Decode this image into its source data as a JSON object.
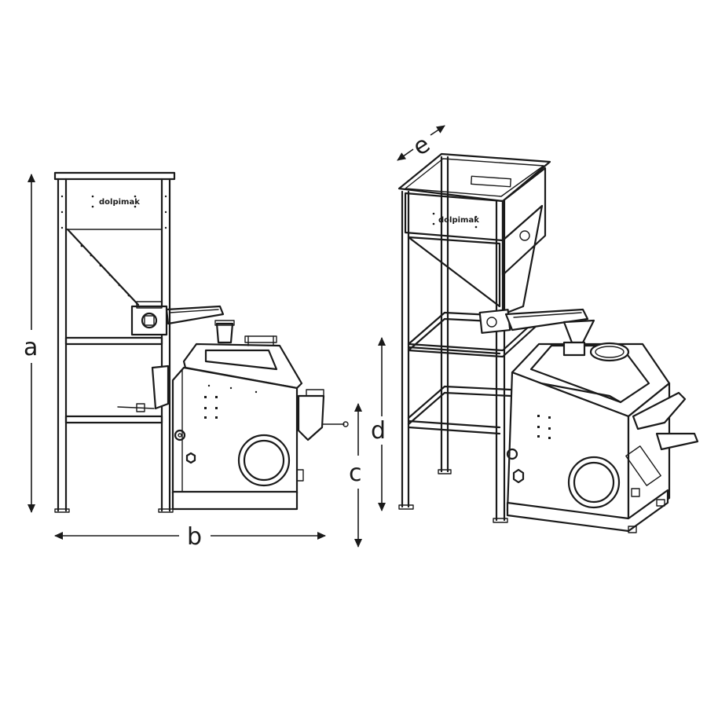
{
  "brand_label": "dolpimak",
  "dimension_labels": {
    "a": "a",
    "b": "b",
    "c": "c",
    "d": "d",
    "e": "e"
  }
}
